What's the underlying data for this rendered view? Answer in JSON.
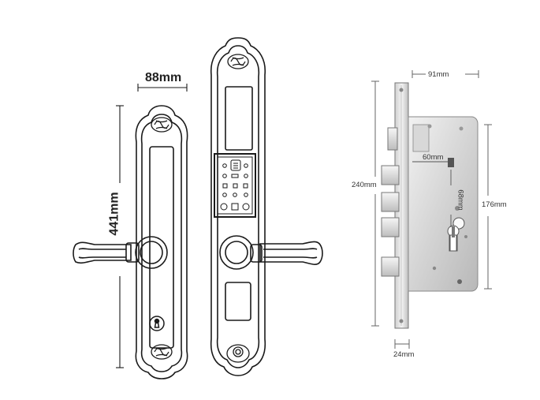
{
  "dimensions": {
    "handle_width": "88mm",
    "handle_height": "441mm",
    "lock_body_width": "91mm",
    "lock_body_height": "240mm",
    "faceplate_height": "176mm",
    "backset": "60mm",
    "center_distance": "68mm",
    "faceplate_width": "24mm"
  },
  "colors": {
    "line": "#1a1a1a",
    "steel_light": "#e6e6e6",
    "steel_mid": "#c9c9c9",
    "steel_dark": "#9a9a9a"
  }
}
